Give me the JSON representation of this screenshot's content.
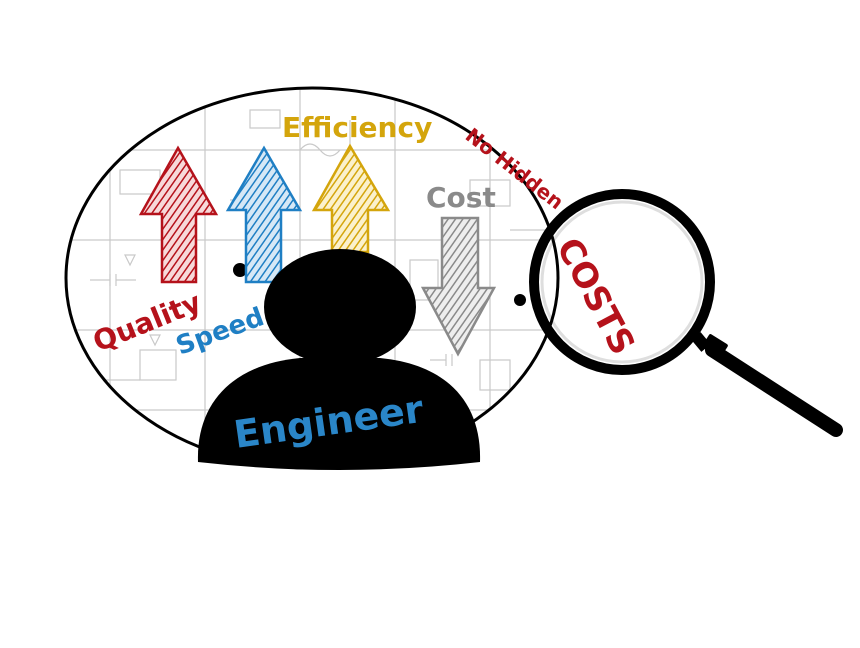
{
  "labels": {
    "quality": "Quality",
    "speed": "Speed",
    "efficiency": "Efficiency",
    "cost": "Cost",
    "no_hidden": "No Hidden",
    "costs": "COSTS",
    "engineer": "Engineer"
  },
  "colors": {
    "quality": "#b5121b",
    "speed": "#1f7fc4",
    "efficiency": "#d4a50c",
    "cost": "#8a8a8a",
    "engineer_text": "#2a86c8",
    "silhouette": "#000000"
  },
  "arrows": [
    {
      "name": "quality-up-arrow",
      "direction": "up",
      "color": "#b5121b"
    },
    {
      "name": "speed-up-arrow",
      "direction": "up",
      "color": "#1f7fc4"
    },
    {
      "name": "efficiency-up-arrow",
      "direction": "up",
      "color": "#d4a50c"
    },
    {
      "name": "cost-down-arrow",
      "direction": "down",
      "color": "#8a8a8a"
    }
  ],
  "icons": [
    "magnifying-glass-icon",
    "person-silhouette-icon"
  ]
}
